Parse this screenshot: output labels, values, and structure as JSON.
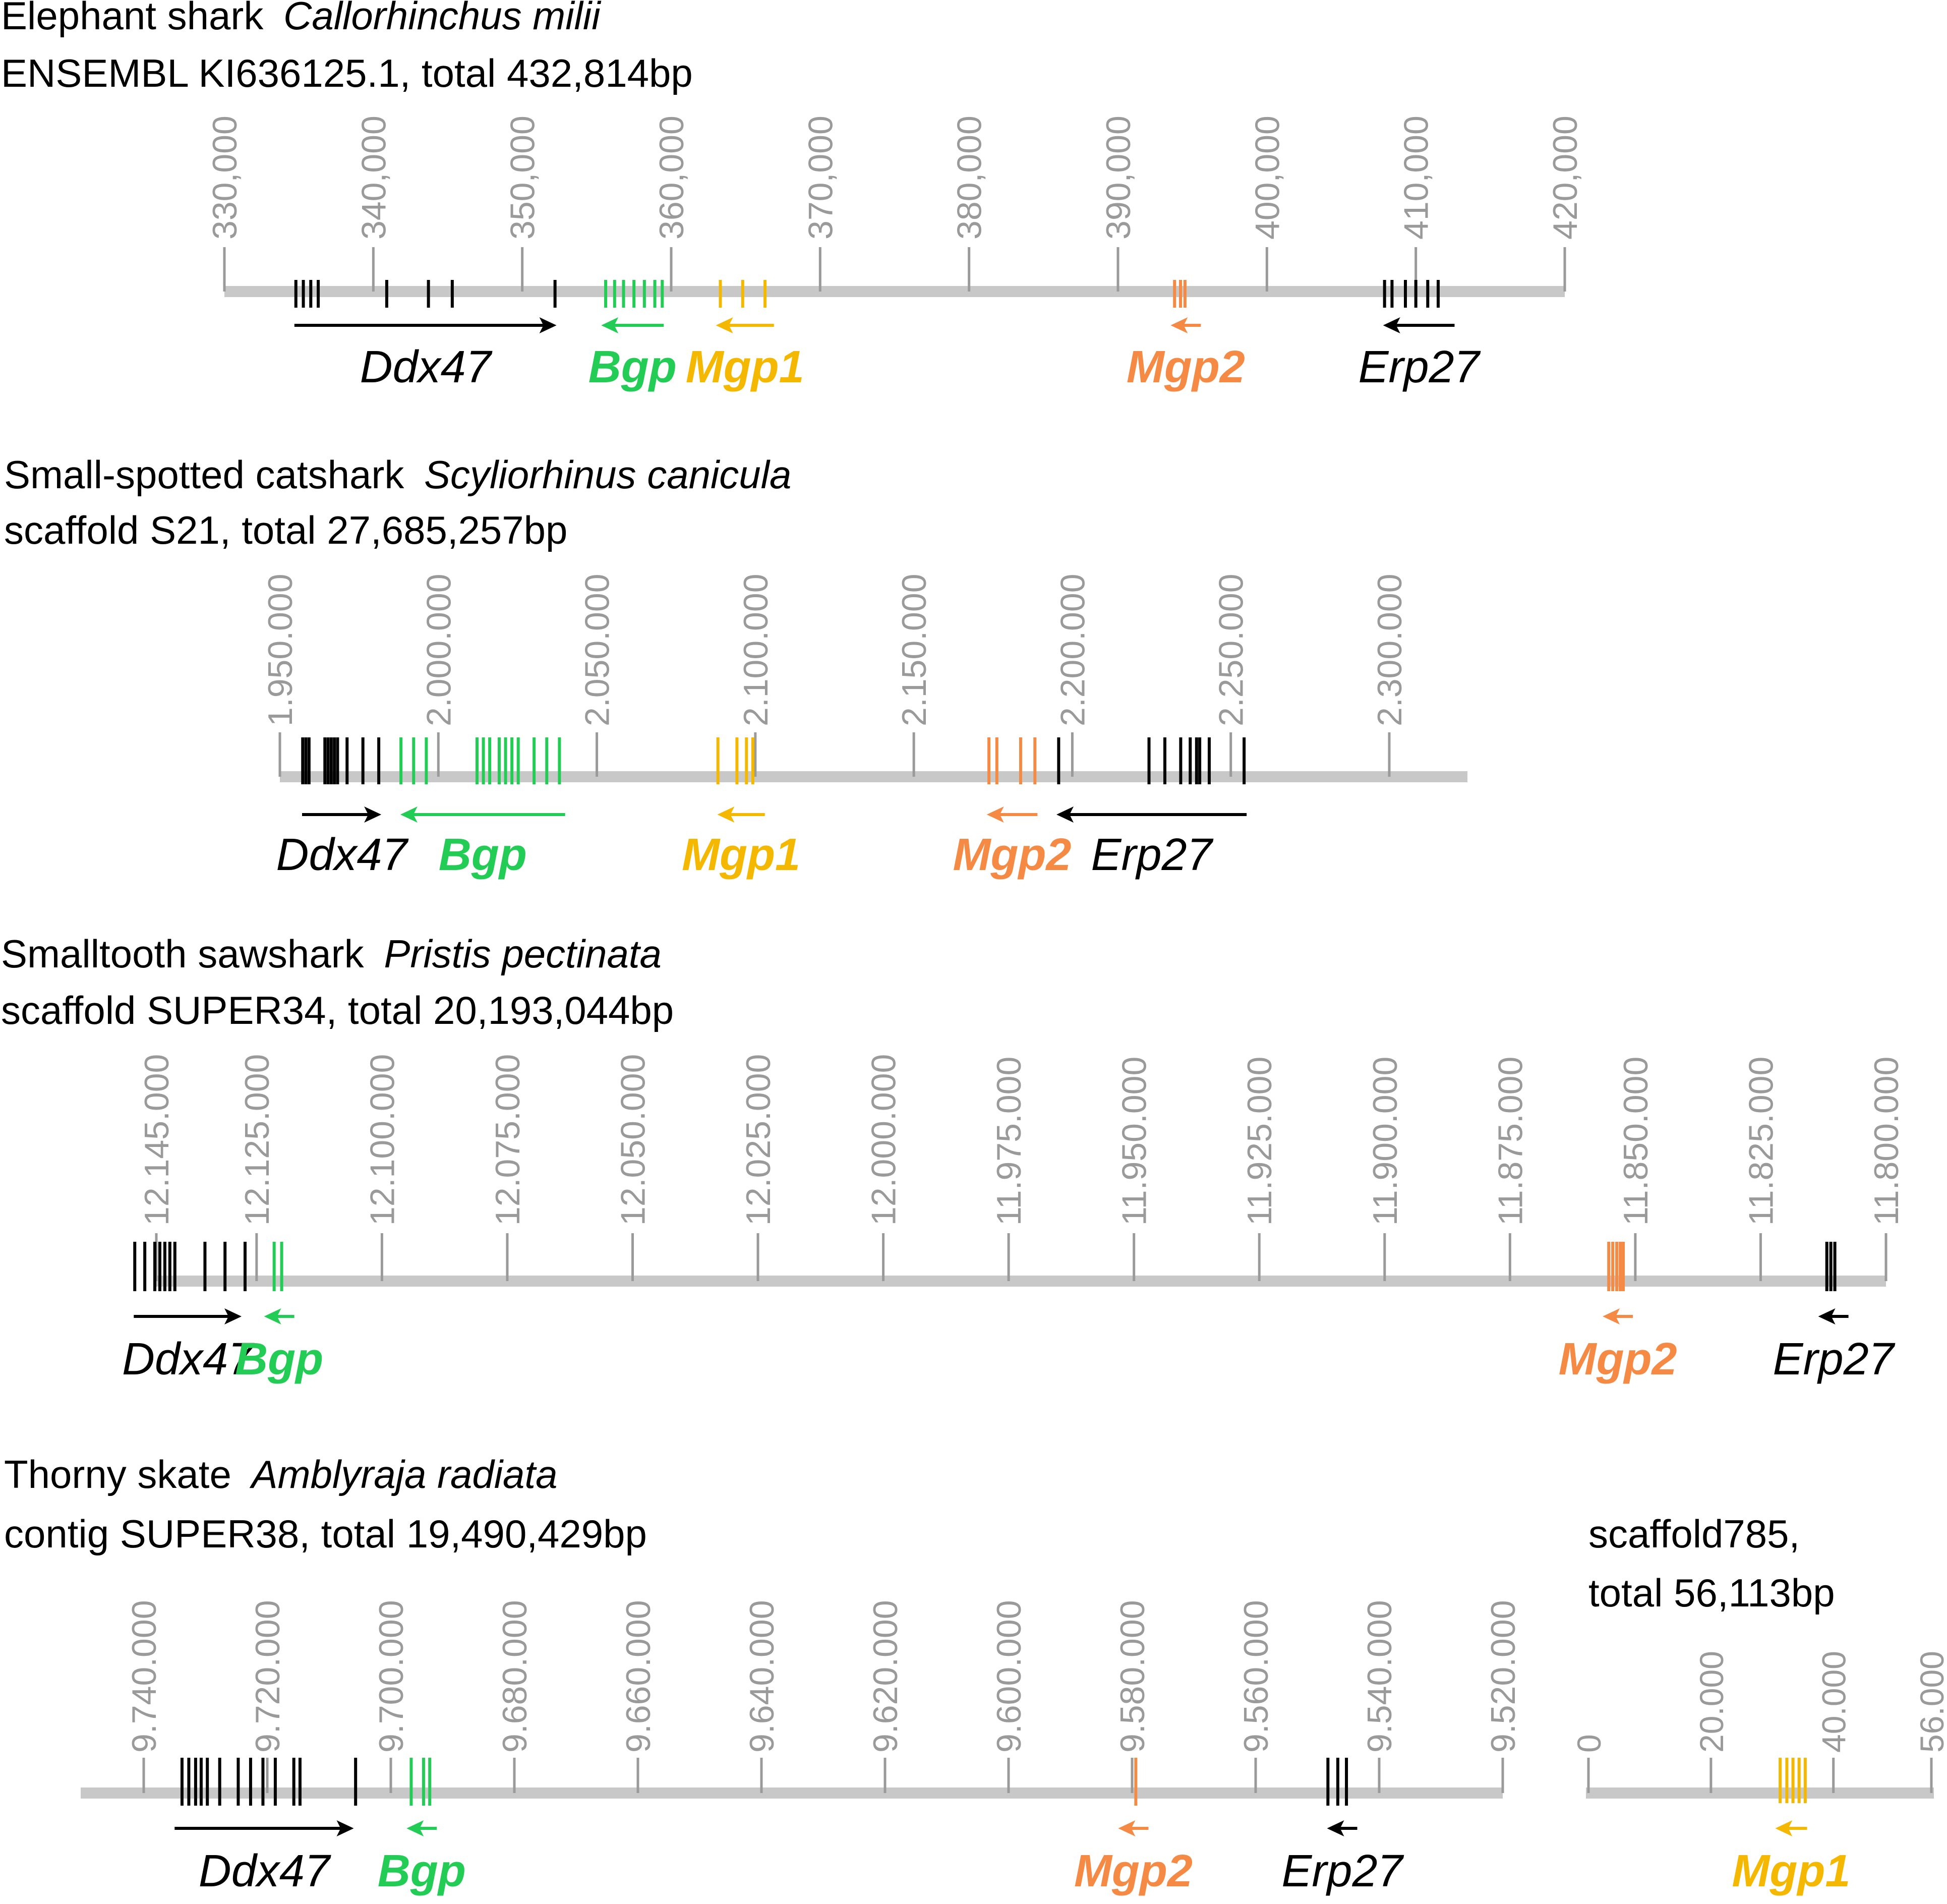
{
  "colors": {
    "axis": "#c8c8c8",
    "tick": "#9a9a9a",
    "black": "#000000",
    "bgp": "#22cc55",
    "mgp1": "#f5b800",
    "mgp2": "#f58a45"
  },
  "panels": [
    {
      "id": "elephant",
      "title_common": "Elephant shark",
      "title_species": "Callorhinchus milii",
      "subtitle": "ENSEMBL KI636125.1, total 432,814bp",
      "ticks": [
        "330,000",
        "340,000",
        "350,000",
        "360,000",
        "370,000",
        "380,000",
        "390,000",
        "400,000",
        "410,000",
        "420,000"
      ],
      "tick_values": [
        330000,
        340000,
        350000,
        360000,
        370000,
        380000,
        390000,
        400000,
        410000,
        420000
      ],
      "axis_range": [
        330000,
        420000
      ],
      "genes": [
        {
          "label": "Ddx47",
          "color_key": "black",
          "strand": "+",
          "start": 334700,
          "end": 352300,
          "exons": [
            334800,
            335300,
            335800,
            336300,
            340900,
            343700,
            345300,
            352200
          ]
        },
        {
          "label": "Bgp",
          "color_key": "bgp",
          "strand": "-",
          "start": 355300,
          "end": 359500,
          "exons": [
            355600,
            356200,
            356800,
            357500,
            358200,
            358900,
            359400
          ]
        },
        {
          "label": "Mgp1",
          "color_key": "mgp1",
          "strand": "-",
          "start": 363000,
          "end": 366900,
          "exons": [
            363300,
            364800,
            366300
          ]
        },
        {
          "label": "Mgp2",
          "color_key": "mgp2",
          "strand": "-",
          "start": 393600,
          "end": 395500,
          "exons": [
            393800,
            394200,
            394500
          ]
        },
        {
          "label": "Erp27",
          "color_key": "black",
          "strand": "-",
          "start": 407800,
          "end": 412600,
          "exons": [
            407900,
            408400,
            409300,
            410000,
            410800,
            411500
          ]
        }
      ]
    },
    {
      "id": "catshark",
      "title_common": "Small-spotted catshark",
      "title_species": "Scyliorhinus canicula",
      "subtitle": "scaffold S21, total 27,685,257bp",
      "ticks": [
        "1.950.000",
        "2.000.000",
        "2.050.000",
        "2.100.000",
        "2.150.000",
        "2.200.000",
        "2.250.000",
        "2.300.000"
      ],
      "tick_values": [
        1950000,
        2000000,
        2050000,
        2100000,
        2150000,
        2200000,
        2250000,
        2300000
      ],
      "axis_range": [
        1950000,
        2325000
      ],
      "genes": [
        {
          "label": "Ddx47",
          "color_key": "black",
          "strand": "+",
          "start": 1957000,
          "end": 1982000,
          "exons": [
            1957200,
            1958200,
            1959200,
            1964200,
            1965200,
            1966200,
            1967200,
            1968200,
            1971200,
            1976200,
            1981200
          ]
        },
        {
          "label": "Bgp",
          "color_key": "bgp",
          "strand": "-",
          "start": 1988000,
          "end": 2040000,
          "exons": [
            1988200,
            1992200,
            1996200,
            2012200,
            2014200,
            2016200,
            2019200,
            2021200,
            2023200,
            2025200,
            2030200,
            2034200,
            2038200
          ]
        },
        {
          "label": "Mgp1",
          "color_key": "mgp1",
          "strand": "-",
          "start": 2088000,
          "end": 2103000,
          "exons": [
            2088200,
            2094200,
            2097200,
            2099200
          ]
        },
        {
          "label": "Mgp2",
          "color_key": "mgp2",
          "strand": "-",
          "start": 2173000,
          "end": 2189000,
          "exons": [
            2173700,
            2176200,
            2183700,
            2188200
          ]
        },
        {
          "label": "Erp27",
          "color_key": "black",
          "strand": "-",
          "start": 2195000,
          "end": 2255000,
          "exons": [
            2195700,
            2224200,
            2229200,
            2234200,
            2237200,
            2239200,
            2240200,
            2243200,
            2254200
          ]
        }
      ]
    },
    {
      "id": "sawshark",
      "title_common": "Smalltooth sawshark",
      "title_species": "Pristis pectinata",
      "subtitle": "scaffold SUPER34, total 20,193,044bp",
      "ticks": [
        "12.145.000",
        "12.125.000",
        "12.100.000",
        "12.075.000",
        "12.050.000",
        "12.025.000",
        "12.000.000",
        "11.975.000",
        "11.950.000",
        "11.925.000",
        "11.900.000",
        "11.875.000",
        "11.850.000",
        "11.825.000",
        "11.800.000"
      ],
      "tick_values": [
        12145000,
        12125000,
        12100000,
        12075000,
        12050000,
        12025000,
        12000000,
        11975000,
        11950000,
        11925000,
        11900000,
        11875000,
        11850000,
        11825000,
        11800000
      ],
      "axis_range": [
        12150000,
        11800000
      ],
      "reversed": true,
      "genes": [
        {
          "label": "Ddx47",
          "color_key": "black",
          "strand": "+",
          "start": 12149500,
          "end": 12128000,
          "exons": [
            12149300,
            12147300,
            12145300,
            12144300,
            12143300,
            12142300,
            12141300,
            12135300,
            12131300,
            12127300
          ]
        },
        {
          "label": "Bgp",
          "color_key": "bgp",
          "strand": "-",
          "start": 12122000,
          "end": 12119000,
          "exons": [
            12121500,
            12120000
          ]
        },
        {
          "label": "Mgp2",
          "color_key": "mgp2",
          "strand": "-",
          "start": 11855000,
          "end": 11852000,
          "exons": [
            11855300,
            11854500,
            11853700,
            11853000,
            11852400
          ]
        },
        {
          "label": "Erp27",
          "color_key": "black",
          "strand": "-",
          "start": 11812000,
          "end": 11809000,
          "exons": [
            11811800,
            11811000,
            11810200
          ]
        }
      ]
    },
    {
      "id": "skate",
      "title_common": "Thorny skate",
      "title_species": "Amblyraja radiata",
      "subtitle": "contig SUPER38, total 19,490,429bp",
      "ticks": [
        "9.740.000",
        "9.720.000",
        "9.700.000",
        "9.680.000",
        "9.660.000",
        "9.640.000",
        "9.620.000",
        "9.600.000",
        "9.580.000",
        "9.560.000",
        "9.540.000",
        "9.520.000"
      ],
      "tick_values": [
        9740000,
        9720000,
        9700000,
        9680000,
        9660000,
        9640000,
        9620000,
        9600000,
        9580000,
        9560000,
        9540000,
        9520000
      ],
      "axis_range": [
        9750000,
        9520000
      ],
      "reversed": true,
      "genes": [
        {
          "label": "Ddx47",
          "color_key": "black",
          "strand": "+",
          "start": 9735000,
          "end": 9706000,
          "exons": [
            9733800,
            9732700,
            9731600,
            9730700,
            9729700,
            9727700,
            9724700,
            9722700,
            9720700,
            9718700,
            9714700,
            9715700,
            9705700
          ]
        },
        {
          "label": "Bgp",
          "color_key": "bgp",
          "strand": "-",
          "start": 9697000,
          "end": 9693000,
          "exons": [
            9696700,
            9694700,
            9693700
          ]
        },
        {
          "label": "Mgp2",
          "color_key": "mgp2",
          "strand": "-",
          "start": 9580600,
          "end": 9579000,
          "exons": [
            9579400
          ]
        },
        {
          "label": "Erp27",
          "color_key": "black",
          "strand": "-",
          "start": 9548000,
          "end": 9544000,
          "exons": [
            9548300,
            9546700,
            9545300
          ]
        }
      ],
      "inset": {
        "title_line1": "scaffold785,",
        "title_line2": "total 56,113bp",
        "ticks": [
          "0",
          "20.000",
          "40.000",
          "56.000"
        ],
        "tick_values": [
          0,
          20000,
          40000,
          56000
        ],
        "axis_range": [
          0,
          56000
        ],
        "genes": [
          {
            "label": "Mgp1",
            "color_key": "mgp1",
            "strand": "-",
            "start": 30500,
            "end": 35700,
            "exons": [
              31300,
              32400,
              33400,
              34400,
              35400
            ]
          }
        ]
      }
    }
  ]
}
